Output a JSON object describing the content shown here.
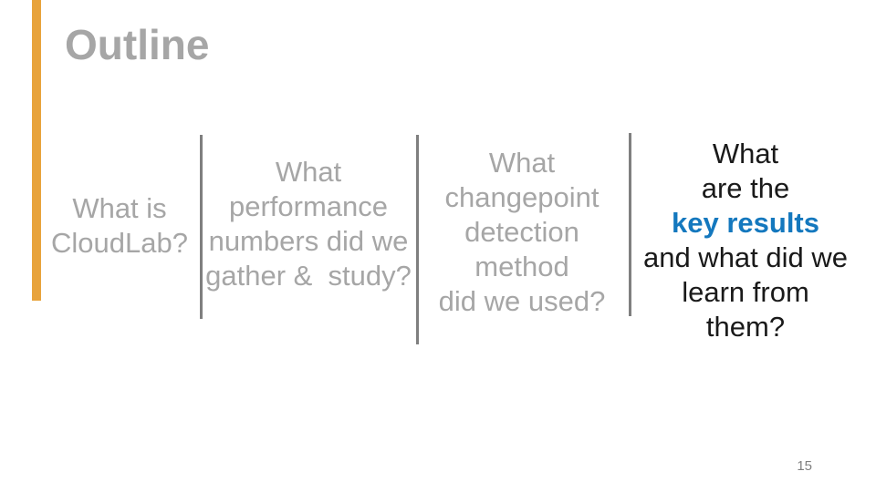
{
  "slide": {
    "title": "Outline",
    "page_number": "15",
    "colors": {
      "background": "#ffffff",
      "accent_bar": "#E8A33C",
      "title_gray": "#A6A6A6",
      "muted_text": "#A6A6A6",
      "dark_text": "#1A1A1A",
      "highlight_blue": "#1478BE",
      "divider_gray": "#7F7F7F",
      "page_number_gray": "#7F7F7F"
    },
    "columns": [
      {
        "id": "what-is-cloudlab",
        "tone": "muted",
        "lines": [
          "What is",
          "CloudLab?"
        ]
      },
      {
        "id": "performance-numbers",
        "tone": "muted",
        "lines": [
          "What",
          "performance",
          "numbers did we",
          "gather &  study?"
        ]
      },
      {
        "id": "changepoint-method",
        "tone": "muted",
        "lines": [
          "What",
          "changepoint",
          "detection",
          "method",
          "did we used?"
        ]
      },
      {
        "id": "key-results",
        "tone": "dark",
        "highlight_line_index": 2,
        "lines": [
          "What",
          "are the",
          "key results",
          "and what did we",
          "learn from",
          "them?"
        ]
      }
    ]
  }
}
